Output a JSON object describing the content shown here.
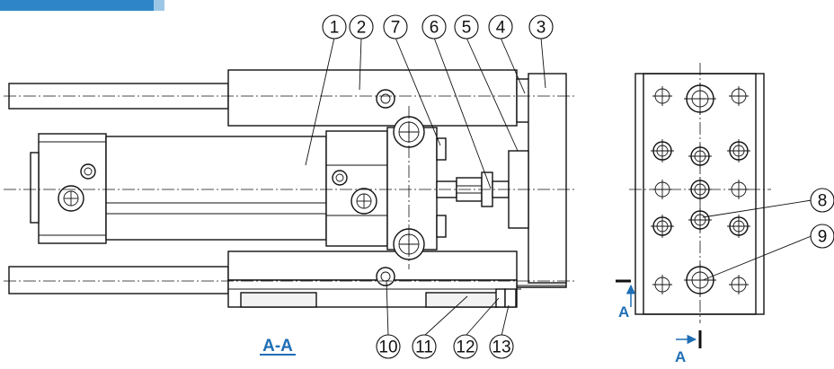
{
  "header": {
    "accent_color": "#2e86c8"
  },
  "section_label": "A-A",
  "cut_label": "A",
  "balloons": [
    "1",
    "2",
    "3",
    "4",
    "5",
    "6",
    "7",
    "8",
    "9",
    "10",
    "11",
    "12",
    "13"
  ],
  "colors": {
    "line": "#111111",
    "blue": "#1f6fb5",
    "background": "#ffffff"
  }
}
